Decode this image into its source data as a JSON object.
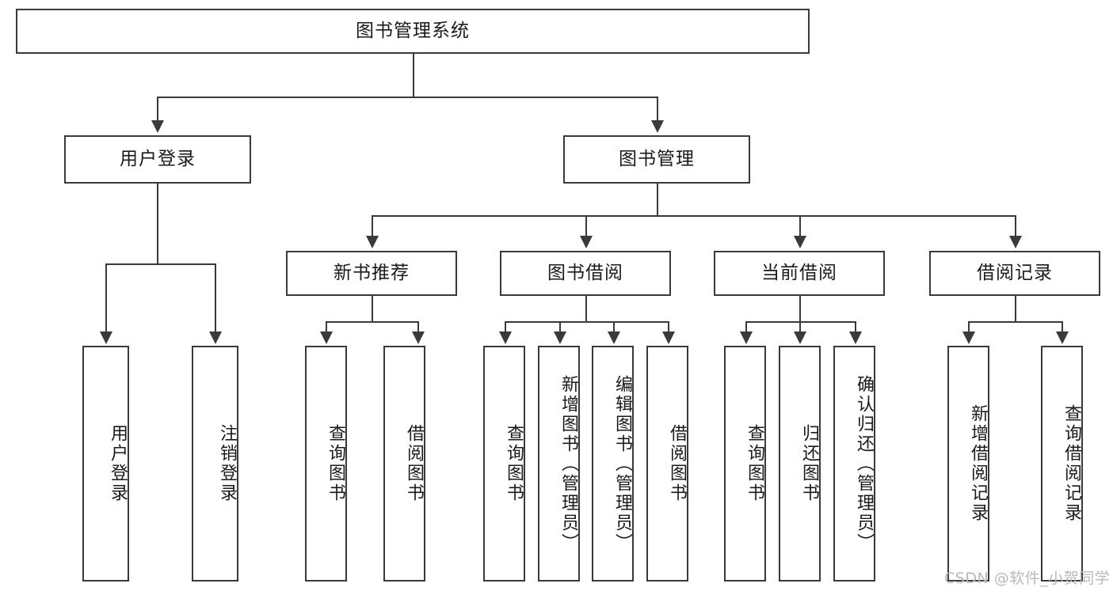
{
  "diagram": {
    "type": "tree-hierarchy-diagram",
    "title": "图书管理系统",
    "colors": {
      "stroke": "#3a3a3a",
      "fill": "#ffffff",
      "text": "#1a1a1a",
      "watermark": "#b9b9b9"
    },
    "levels": {
      "root": {
        "label": "图书管理系统"
      },
      "level2": [
        {
          "label": "用户登录"
        },
        {
          "label": "图书管理"
        }
      ],
      "level3": [
        {
          "label": "新书推荐"
        },
        {
          "label": "图书借阅"
        },
        {
          "label": "当前借阅"
        },
        {
          "label": "借阅记录"
        }
      ],
      "leaves_user_login": [
        {
          "label": "用户登录"
        },
        {
          "label": "注销登录"
        }
      ],
      "leaves_new_book": [
        {
          "label": "查询图书"
        },
        {
          "label": "借阅图书"
        }
      ],
      "leaves_borrow": [
        {
          "label": "查询图书"
        },
        {
          "label": "新增图书（管理员）"
        },
        {
          "label": "编辑图书（管理员）"
        },
        {
          "label": "借阅图书"
        }
      ],
      "leaves_current": [
        {
          "label": "查询图书"
        },
        {
          "label": "归还图书"
        },
        {
          "label": "确认归还（管理员）"
        }
      ],
      "leaves_records": [
        {
          "label": "新增借阅记录"
        },
        {
          "label": "查询借阅记录"
        }
      ]
    }
  },
  "watermark": {
    "text": "CSDN @软件_小贺同学"
  }
}
